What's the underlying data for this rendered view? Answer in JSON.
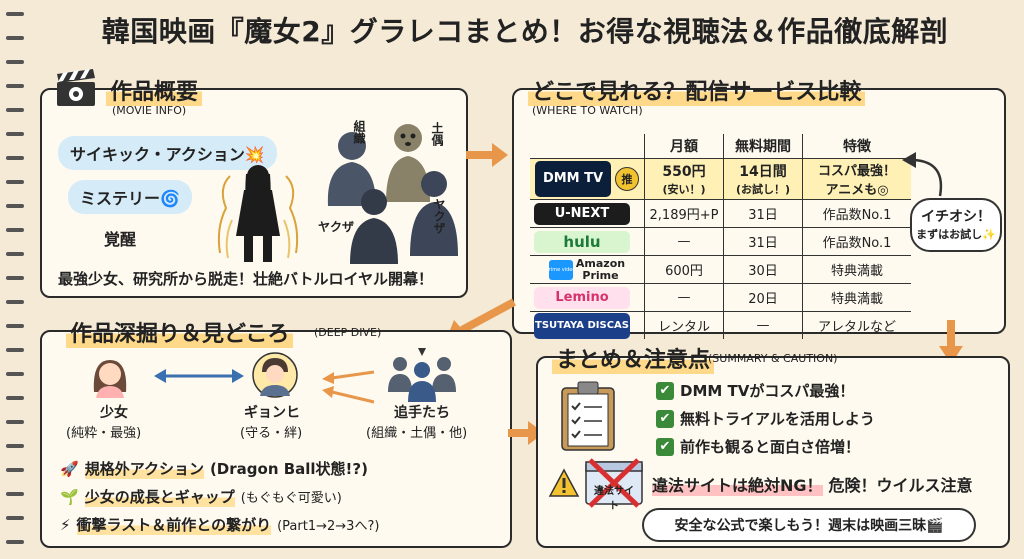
{
  "title": "韓国映画『魔女2』グラレコまとめ！お得な視聴法＆作品徹底解剖",
  "movie_info": {
    "title": "作品概要",
    "subtitle": "(MOVIE INFO)",
    "genres": [
      "サイキック・アクション💥",
      "ミステリー🌀",
      "覚醒"
    ],
    "character_labels": [
      "組織",
      "土偶",
      "ヤクザ",
      "ヤクザ"
    ],
    "synopsis": "最強少女、研究所から脱走！壮絶バトルロイヤル開幕！"
  },
  "where_to_watch": {
    "title": "どこで見れる？配信サービス比較",
    "subtitle": "(WHERE TO WATCH)",
    "headers": [
      "月額",
      "無料期間",
      "特徴"
    ],
    "rows": [
      {
        "service": "DMM TV",
        "badge": "推",
        "monthly": "550円",
        "monthly_note": "(安い！)",
        "trial": "14日間",
        "trial_note": "(お試し！)",
        "feature": "コスパ最強！",
        "feature_note": "アニメも◎"
      },
      {
        "service": "U-NEXT",
        "monthly": "2,189円+P",
        "trial": "31日",
        "feature": "作品数No.1"
      },
      {
        "service": "hulu",
        "monthly": "—",
        "trial": "31日",
        "feature": "作品数No.1"
      },
      {
        "service": "Amazon Prime",
        "service_small": "prime video",
        "monthly": "600円",
        "trial": "30日",
        "feature": "特典満載"
      },
      {
        "service": "Lemino",
        "monthly": "—",
        "trial": "20日",
        "feature": "特典満載"
      },
      {
        "service": "TSUTAYA DISCAS",
        "monthly": "レンタル",
        "trial": "—",
        "feature": "アレタルなど"
      }
    ],
    "callout": {
      "main": "イチオシ！",
      "sub": "まずはお試し✨"
    }
  },
  "deep_dive": {
    "title": "作品深掘り＆見どころ",
    "subtitle": "(DEEP DIVE)",
    "characters": [
      {
        "name": "少女",
        "desc": "(純粋・最強)"
      },
      {
        "name": "ギョンヒ",
        "desc": "(守る・絆)"
      },
      {
        "name": "追手たち",
        "desc": "(組織・土偶・他)"
      }
    ],
    "highlights": [
      {
        "icon": "🚀",
        "main": "規格外アクション",
        "note": "(Dragon Ball状態!?)"
      },
      {
        "icon": "🌱",
        "main": "少女の成長とギャップ",
        "note": "(もぐもぐ可愛い)"
      },
      {
        "icon": "⚡",
        "main": "衝撃ラスト＆前作との繋がり",
        "note": "(Part1→2→3へ?)"
      }
    ]
  },
  "summary": {
    "title": "まとめ＆注意点",
    "subtitle": "(SUMMARY & CAUTION)",
    "checks": [
      "DMM TVがコスパ最強！",
      "無料トライアルを活用しよう",
      "前作も観ると面白さ倍増！"
    ],
    "warning_sign": "違法サイト",
    "warning": "違法サイトは絶対NG！",
    "warning_extra": "危険！ウイルス注意",
    "closing": "安全な公式で楽しもう！週末は映画三昧🎬"
  }
}
